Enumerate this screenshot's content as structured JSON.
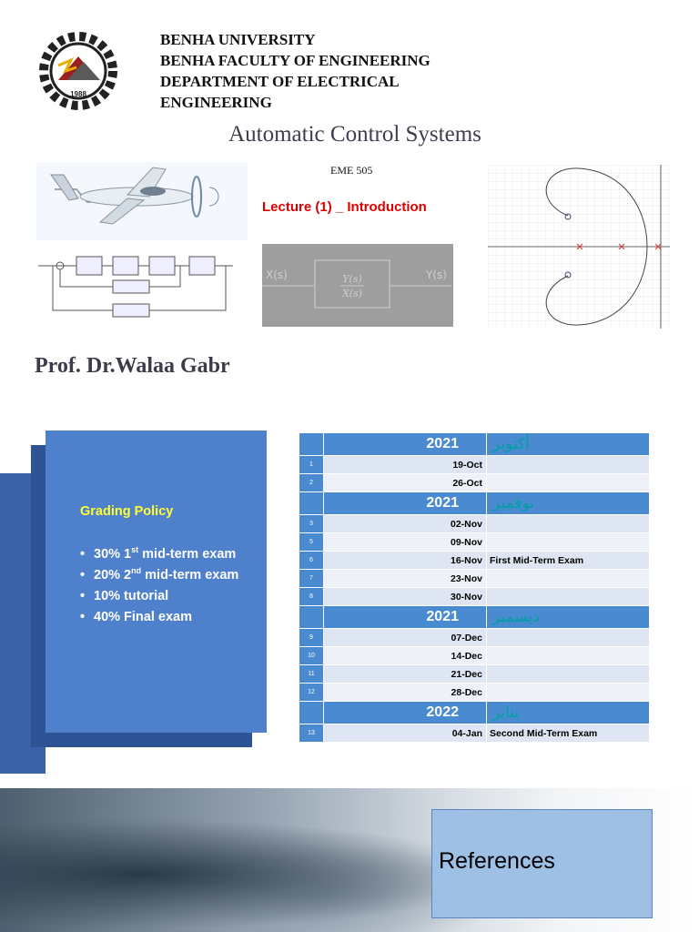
{
  "header": {
    "university_lines": [
      "BENHA UNIVERSITY",
      "BENHA FACULTY OF ENGINEERING",
      "DEPARTMENT OF ELECTRICAL",
      "ENGINEERING"
    ],
    "logo_year": "1988",
    "course_title": "Automatic Control Systems",
    "course_code": "EME 505",
    "lecture": "Lecture (1) _ Introduction",
    "professor": "Prof. Dr.Walaa Gabr"
  },
  "figures": {
    "transfer_input": "X(s)",
    "transfer_output": "Y(s)",
    "transfer_num": "Y(s)",
    "transfer_den": "X(s)"
  },
  "grading": {
    "title": "Grading Policy",
    "items": [
      {
        "pct": "30% 1",
        "sup": "st",
        "rest": " mid-term exam"
      },
      {
        "pct": "20% 2",
        "sup": "nd",
        "rest": " mid-term exam"
      },
      {
        "pct": "10% tutorial",
        "sup": "",
        "rest": ""
      },
      {
        "pct": "40% Final exam",
        "sup": "",
        "rest": ""
      }
    ]
  },
  "schedule": {
    "months": [
      {
        "year": "2021",
        "name": "أكتوبر"
      },
      {
        "year": "2021",
        "name": "نوفمبر"
      },
      {
        "year": "2021",
        "name": "ديسمبر"
      },
      {
        "year": "2022",
        "name": "يناير"
      }
    ],
    "rows": [
      {
        "n": "1",
        "date": "19-Oct",
        "event": ""
      },
      {
        "n": "2",
        "date": "26-Oct",
        "event": ""
      },
      {
        "n": "3",
        "date": "02-Nov",
        "event": ""
      },
      {
        "n": "5",
        "date": "09-Nov",
        "event": ""
      },
      {
        "n": "6",
        "date": "16-Nov",
        "event": "First Mid-Term Exam"
      },
      {
        "n": "7",
        "date": "23-Nov",
        "event": ""
      },
      {
        "n": "8",
        "date": "30-Nov",
        "event": ""
      },
      {
        "n": "9",
        "date": "07-Dec",
        "event": ""
      },
      {
        "n": "10",
        "date": "14-Dec",
        "event": ""
      },
      {
        "n": "11",
        "date": "21-Dec",
        "event": ""
      },
      {
        "n": "12",
        "date": "28-Dec",
        "event": ""
      },
      {
        "n": "13",
        "date": "04-Jan",
        "event": "Second Mid-Term Exam"
      }
    ]
  },
  "references": {
    "label": "References"
  },
  "colors": {
    "accent_blue": "#4f80cc",
    "table_blue": "#4a8ad0",
    "lecture_red": "#e00000",
    "yellow": "#ffff33"
  },
  "icons": [
    "gear-logo-icon",
    "airplane-icon"
  ]
}
